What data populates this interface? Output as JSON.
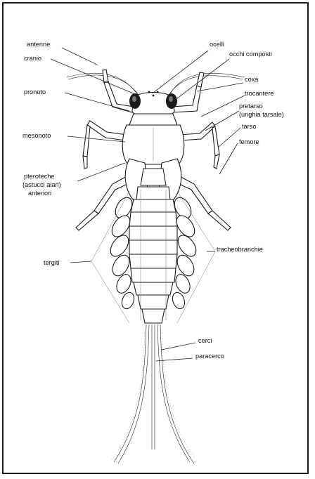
{
  "labels": {
    "antenne": "antenne",
    "cranio": "cranio",
    "pronoto": "pronoto",
    "mesonoto": "mesonoto",
    "pteroteche_1": "pteroteche",
    "pteroteche_2": "(astucci alari)",
    "pteroteche_3": "anteriori",
    "tergiti": "tergiti",
    "ocelli": "ocelli",
    "occhi_composti": "occhi composti",
    "coxa": "coxa",
    "trocantere": "trocantere",
    "pretarso_1": "pretarso",
    "pretarso_2": "(unghia tarsale)",
    "tarso": "tarso",
    "femore": "femore",
    "tracheobranchie": "tracheobranchie",
    "cerci": "cerci",
    "paracerco": "paracerco"
  }
}
